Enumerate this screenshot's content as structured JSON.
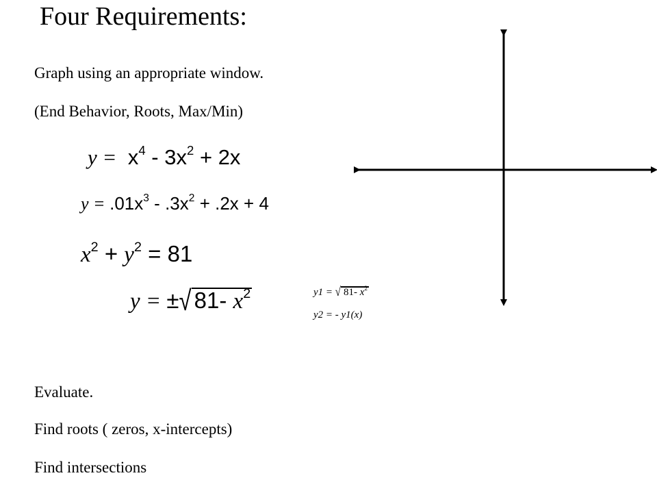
{
  "title": "Four Requirements:",
  "requirements_top": [
    "Graph using an appropriate window.",
    "(End Behavior, Roots, Max/Min)"
  ],
  "equations": {
    "eq1": {
      "lhs": "y =",
      "t1": "x",
      "e1": "4",
      "op1": "-",
      "t2": "3x",
      "e2": "2",
      "op2": "+",
      "t3": "2x"
    },
    "eq2": {
      "lhs": "y =",
      "t1": ".01x",
      "e1": "3",
      "op1": "-",
      "t2": ".3x",
      "e2": "2",
      "op2": "+",
      "t3": ".2x",
      "op3": "+",
      "t4": "4"
    },
    "eq3": {
      "t1": "x",
      "e1": "2",
      "op1": "+",
      "t2": "y",
      "e2": "2",
      "eq": "=",
      "rhs": "81"
    },
    "eq4": {
      "lhs": "y =",
      "pm": "±",
      "radicand": "81-",
      "x": "x",
      "e": "2"
    },
    "side1": {
      "lhs": "y1 =",
      "radicand": "81-",
      "x": "x",
      "e": "2"
    },
    "side2": {
      "text": "y2 = - y1(x)"
    }
  },
  "requirements_bottom": [
    "Evaluate.",
    "Find roots ( zeros, x-intercepts)",
    "Find intersections"
  ]
}
